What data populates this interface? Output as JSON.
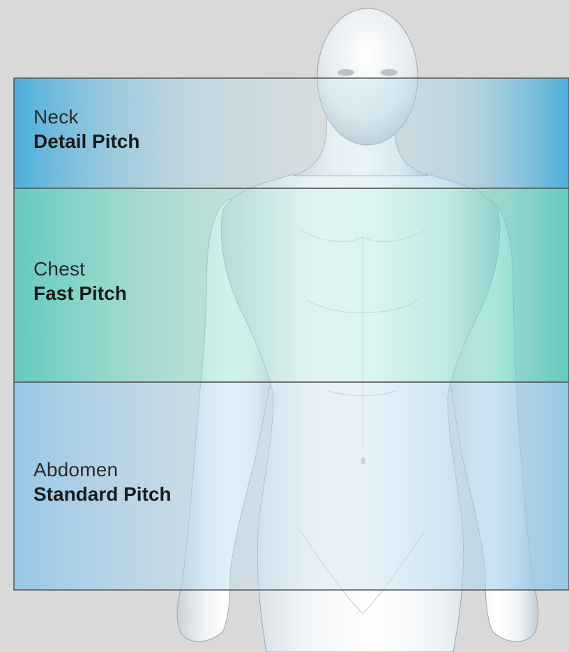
{
  "zones": [
    {
      "region": "Neck",
      "pitch": "Detail Pitch",
      "color": "#4fb3dd"
    },
    {
      "region": "Chest",
      "pitch": "Fast Pitch",
      "color": "#5dcfc3"
    },
    {
      "region": "Abdomen",
      "pitch": "Standard Pitch",
      "color": "#8cc4e8"
    }
  ],
  "colors": {
    "background": "#d9d9d9",
    "body": "#e6edf1",
    "band_border": "#555555"
  }
}
